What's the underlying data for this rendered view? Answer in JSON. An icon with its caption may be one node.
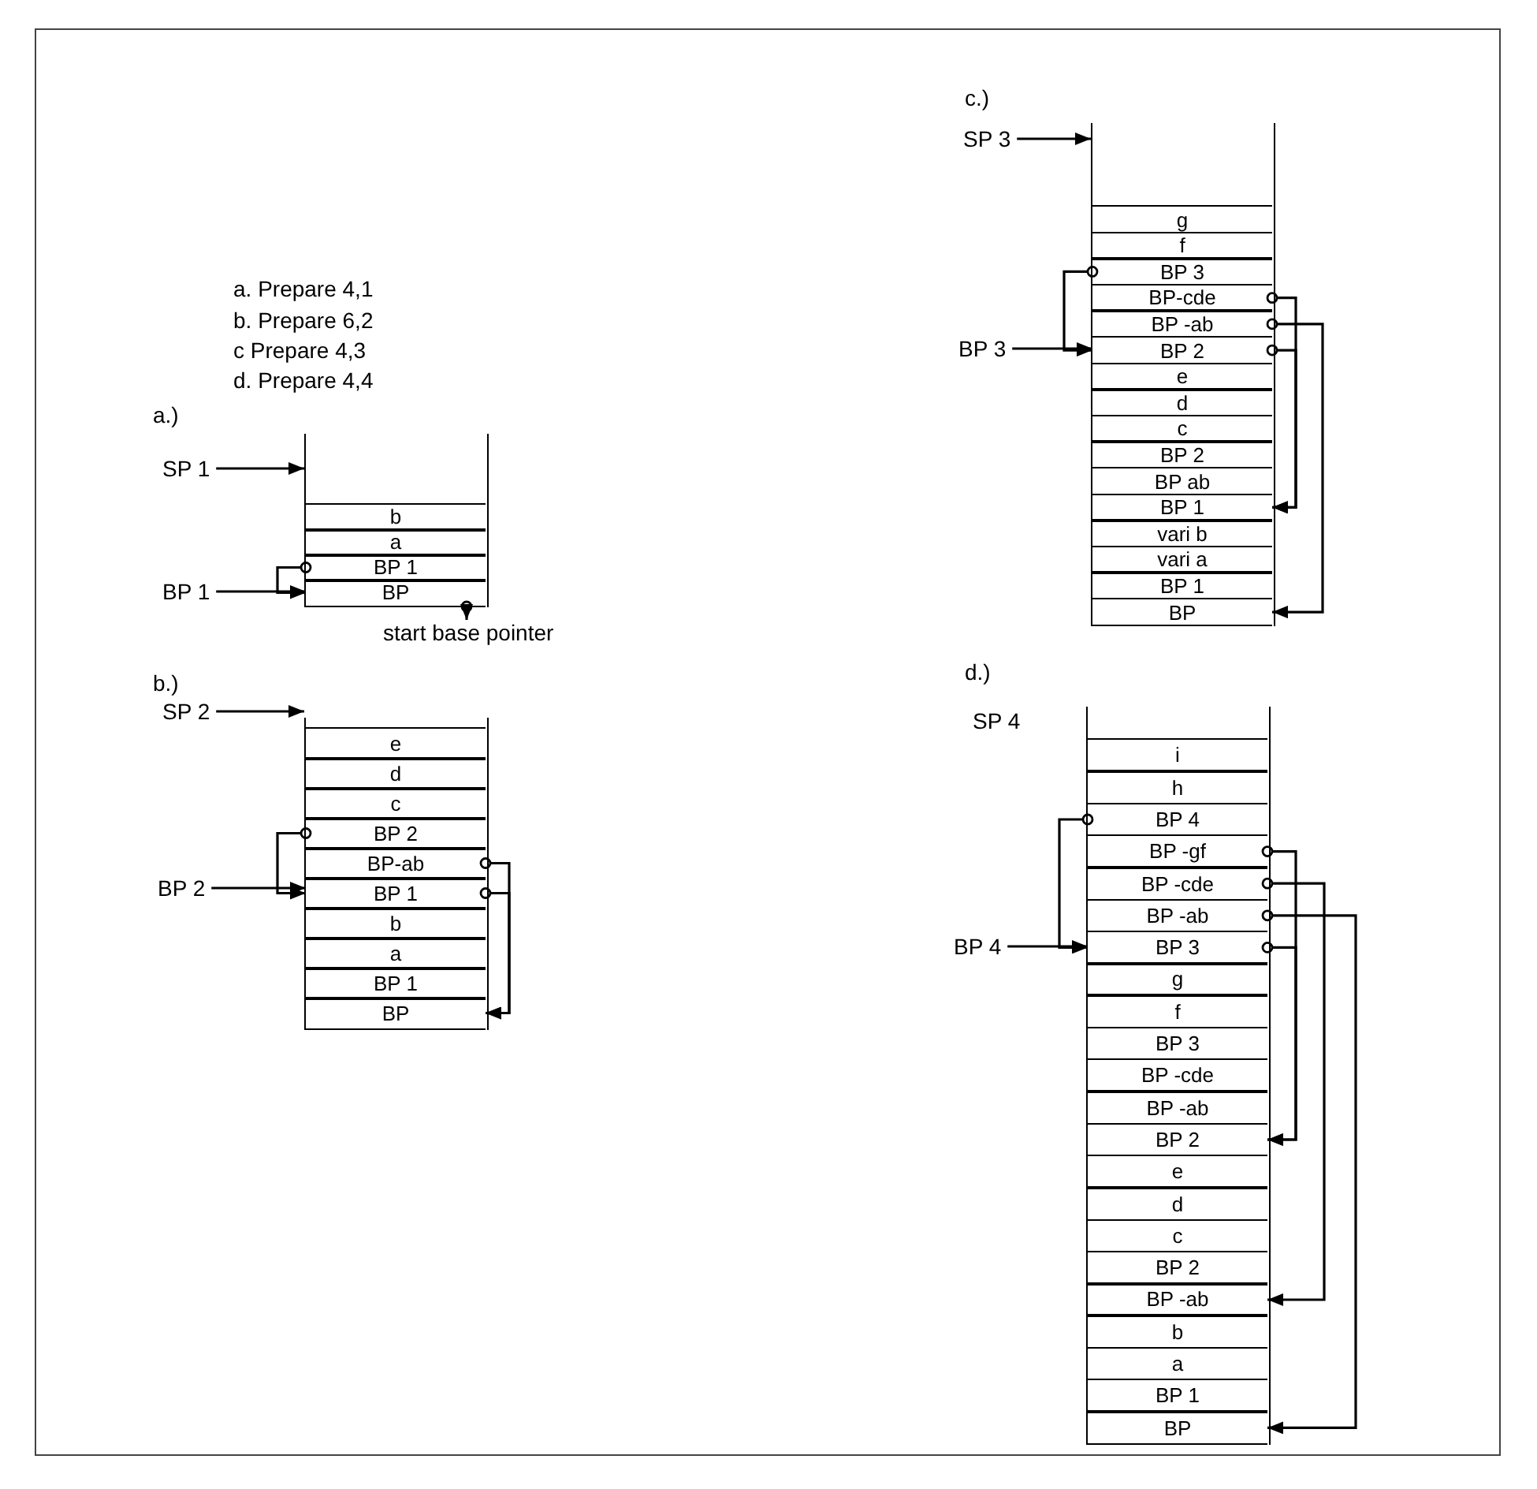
{
  "diagram": {
    "nodes": [
      {
        "text": [],
        "shape": "box"
      },
      {
        "text": [
          "b"
        ],
        "in": 0
      },
      {
        "text": [
          "a"
        ],
        "in": 0
      },
      {
        "text": [
          "BP 1"
        ],
        "in": 0
      },
      {
        "text": [
          "BP"
        ],
        "in": 0
      },
      {
        "text": [
          "SP 1"
        ]
      },
      {
        "text": [
          "BP 1"
        ]
      },
      {
        "text": [
          "start base pointer"
        ]
      },
      {
        "text": [],
        "shape": "box"
      },
      {
        "text": [
          "e"
        ],
        "in": 8
      },
      {
        "text": [
          "d"
        ],
        "in": 8
      },
      {
        "text": [
          "c"
        ],
        "in": 8
      },
      {
        "text": [
          "BP 2"
        ],
        "in": 8
      },
      {
        "text": [
          "BP-ab"
        ],
        "in": 8
      },
      {
        "text": [
          "BP 1"
        ],
        "in": 8
      },
      {
        "text": [
          "b"
        ],
        "in": 8
      },
      {
        "text": [
          "a"
        ],
        "in": 8
      },
      {
        "text": [
          "BP 1"
        ],
        "in": 8
      },
      {
        "text": [
          "BP"
        ],
        "in": 8
      },
      {
        "text": [
          "SP 2"
        ]
      },
      {
        "text": [
          "BP 2"
        ]
      },
      {
        "text": [],
        "shape": "box"
      },
      {
        "text": [
          "g"
        ],
        "in": 21
      },
      {
        "text": [
          "f"
        ],
        "in": 21
      },
      {
        "text": [
          "BP 3"
        ],
        "in": 21
      },
      {
        "text": [
          "BP-cde"
        ],
        "in": 21
      },
      {
        "text": [
          "BP -ab"
        ],
        "in": 21
      },
      {
        "text": [
          "BP 2"
        ],
        "in": 21
      },
      {
        "text": [
          "e"
        ],
        "in": 21
      },
      {
        "text": [
          "d"
        ],
        "in": 21
      },
      {
        "text": [
          "c"
        ],
        "in": 21
      },
      {
        "text": [
          "BP 2"
        ],
        "in": 21
      },
      {
        "text": [
          "BP ab"
        ],
        "in": 21
      },
      {
        "text": [
          "BP 1"
        ],
        "in": 21
      },
      {
        "text": [
          "vari b"
        ],
        "in": 21
      },
      {
        "text": [
          "vari a"
        ],
        "in": 21
      },
      {
        "text": [
          "BP 1"
        ],
        "in": 21
      },
      {
        "text": [
          "BP"
        ],
        "in": 21
      },
      {
        "text": [
          "SP 3"
        ]
      },
      {
        "text": [
          "BP 3"
        ]
      },
      {
        "text": [],
        "shape": "box"
      },
      {
        "text": [
          "i"
        ],
        "in": 40
      },
      {
        "text": [
          "h"
        ],
        "in": 40
      },
      {
        "text": [
          "BP 4"
        ],
        "in": 40
      },
      {
        "text": [
          "BP -gf"
        ],
        "in": 40
      },
      {
        "text": [
          "BP -cde"
        ],
        "in": 40
      },
      {
        "text": [
          "BP -ab"
        ],
        "in": 40
      },
      {
        "text": [
          "BP 3"
        ],
        "in": 40
      },
      {
        "text": [
          "g"
        ],
        "in": 40
      },
      {
        "text": [
          "f"
        ],
        "in": 40
      },
      {
        "text": [
          "BP 3"
        ],
        "in": 40
      },
      {
        "text": [
          "BP -cde"
        ],
        "in": 40
      },
      {
        "text": [
          "BP -ab"
        ],
        "in": 40
      },
      {
        "text": [
          "BP 2"
        ],
        "in": 40
      },
      {
        "text": [
          "e"
        ],
        "in": 40
      },
      {
        "text": [
          "d"
        ],
        "in": 40
      },
      {
        "text": [
          "c"
        ],
        "in": 40
      },
      {
        "text": [
          "BP 2"
        ],
        "in": 40
      },
      {
        "text": [
          "BP -ab"
        ],
        "in": 40
      },
      {
        "text": [
          "b"
        ],
        "in": 40
      },
      {
        "text": [
          "a"
        ],
        "in": 40
      },
      {
        "text": [
          "BP 1"
        ],
        "in": 40
      },
      {
        "text": [
          "BP"
        ],
        "in": 40
      },
      {
        "text": [
          "BP 4"
        ]
      }
    ],
    "edges": [
      {
        "from": 5,
        "to": 0,
        "arrow": "to"
      },
      {
        "from": 6,
        "to": 4,
        "arrow": "to"
      },
      {
        "from": 3,
        "to": 4,
        "arrow": "to"
      },
      {
        "from": 4,
        "to": 7,
        "arrow": "to"
      },
      {
        "from": 19,
        "to": 8,
        "arrow": "to"
      },
      {
        "from": 20,
        "to": 14,
        "arrow": "to"
      },
      {
        "from": 12,
        "to": 14,
        "arrow": "to"
      },
      {
        "from": 13,
        "to": 18,
        "arrow": "to"
      },
      {
        "from": 14,
        "to": 18,
        "arrow": "to"
      },
      {
        "from": 38,
        "to": 21,
        "arrow": "to"
      },
      {
        "from": 39,
        "to": 27,
        "arrow": "to"
      },
      {
        "from": 24,
        "to": 27,
        "arrow": "to"
      },
      {
        "from": 25,
        "to": 33,
        "arrow": "to"
      },
      {
        "from": 27,
        "to": 33,
        "arrow": "to"
      },
      {
        "from": 26,
        "to": 37,
        "arrow": "to"
      },
      {
        "from": 63,
        "to": 47,
        "arrow": "to"
      },
      {
        "from": 43,
        "to": 47,
        "arrow": "to"
      },
      {
        "from": 44,
        "to": 53,
        "arrow": "to"
      },
      {
        "from": 47,
        "to": 53,
        "arrow": "to"
      },
      {
        "from": 45,
        "to": 58,
        "arrow": "to"
      },
      {
        "from": 46,
        "to": 62,
        "arrow": "to"
      }
    ],
    "labels": [
      "c.)",
      "a. Prepare 4,1",
      "b. Prepare 6,2",
      "c Prepare 4,3",
      "d. Prepare 4,4",
      "a.)",
      "b.)",
      "d.)",
      "SP 4"
    ]
  }
}
